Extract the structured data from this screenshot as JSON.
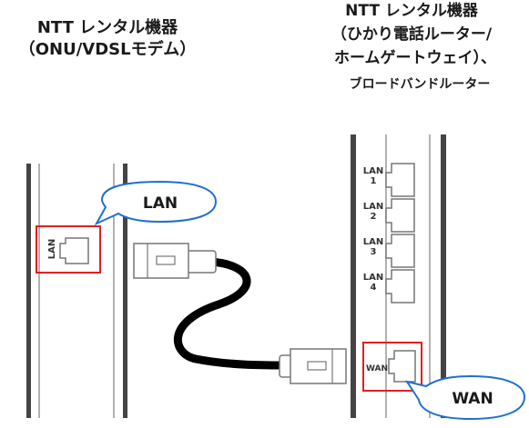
{
  "left_device": {
    "title_line1": "NTT レンタル機器",
    "title_line2": "（ONU/VDSLモデム）",
    "port_label": "LAN",
    "callout": "LAN"
  },
  "right_device": {
    "title_line1": "NTT レンタル機器",
    "title_line2": "（ひかり電話ルーター/",
    "title_line3": "ホームゲートウェイ）、",
    "title_line4": "ブロードバンドルーター",
    "lan_label": "LAN",
    "lan_ports": [
      "1",
      "2",
      "3",
      "4"
    ],
    "wan_label": "WAN",
    "callout": "WAN"
  },
  "colors": {
    "highlight": "#e02020",
    "bubble_border": "#1f6fd1",
    "cable": "#000000",
    "outline": "#8a8a8a"
  }
}
